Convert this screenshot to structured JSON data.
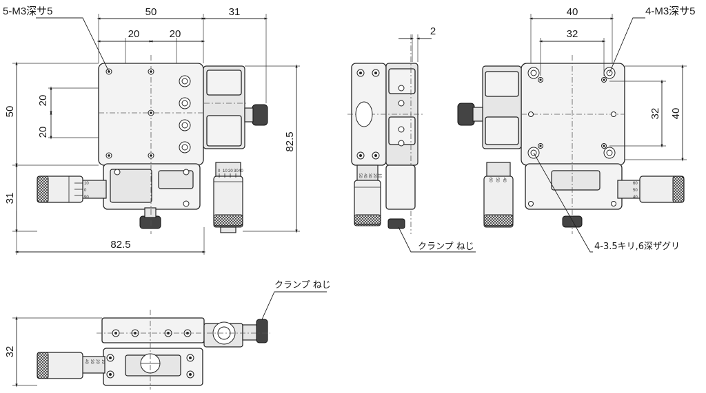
{
  "top_view": {
    "hole_spec": "5-M3深サ5",
    "dim_width": "50",
    "dim_half_left": "20",
    "dim_half_right": "20",
    "dim_right_offset": "31",
    "dim_height": "50",
    "dim_v_upper": "20",
    "dim_v_lower": "20",
    "dim_micrometer": "31",
    "dim_total_width": "82.5",
    "dim_total_height": "82.5",
    "thimble_scale": [
      "0",
      "10",
      "20",
      "30",
      "40"
    ],
    "thimble_scale_side": [
      "10",
      "0",
      "90"
    ]
  },
  "side_view": {
    "dim_gap": "2",
    "clamp_label": "クランプ ねじ",
    "thimble_scale": [
      "50",
      "40",
      "30",
      "20",
      "10"
    ]
  },
  "bottom_view": {
    "dim_width": "40",
    "dim_inner": "32",
    "hole_spec": "4-M3深サ5",
    "dim_v_inner": "32",
    "dim_v_outer": "40",
    "counterbore_spec": "4-3.5キリ,6深ザ゙グリ",
    "thimble_scale": [
      "60",
      "50",
      "40"
    ],
    "thimble_scale_side": [
      "60",
      "50",
      "40"
    ]
  },
  "front_view": {
    "dim_height": "32",
    "clamp_label": "クランプ ねじ",
    "thimble_scale": [
      "40",
      "30",
      "20",
      "10"
    ]
  }
}
